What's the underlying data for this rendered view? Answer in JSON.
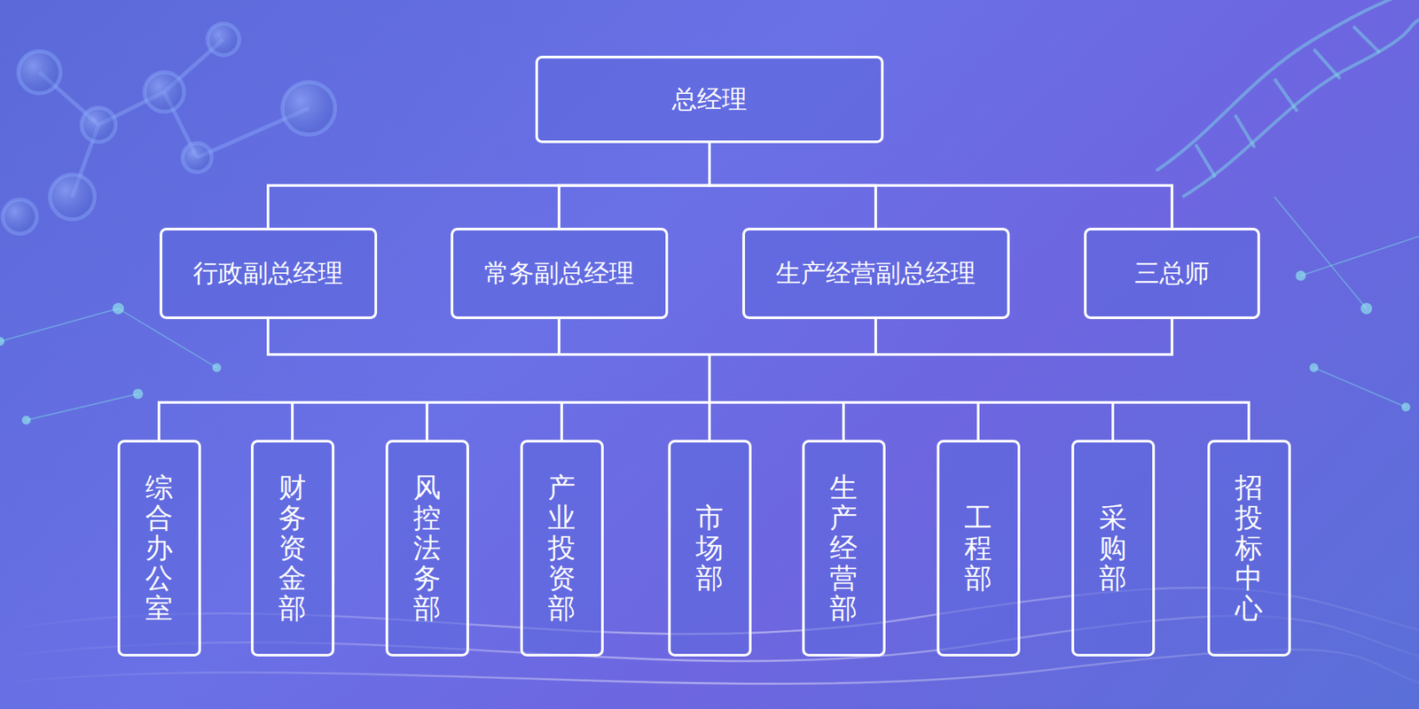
{
  "diagram": {
    "nodes": [
      {
        "text": [
          "总经理"
        ]
      },
      {
        "text": [
          "行政副总经理"
        ]
      },
      {
        "text": [
          "常务副总经理"
        ]
      },
      {
        "text": [
          "生产经营副总经理"
        ]
      },
      {
        "text": [
          "三总师"
        ]
      },
      {
        "text": [
          "综合办公室"
        ]
      },
      {
        "text": [
          "财务资金部"
        ]
      },
      {
        "text": [
          "风控法务部"
        ]
      },
      {
        "text": [
          "产业投资部"
        ]
      },
      {
        "text": [
          "市场部"
        ]
      },
      {
        "text": [
          "生产经营部"
        ]
      },
      {
        "text": [
          "工程部"
        ]
      },
      {
        "text": [
          "采购部"
        ]
      },
      {
        "text": [
          "招投标中心"
        ]
      }
    ],
    "edges": [
      {
        "from": 0,
        "to": 1,
        "arrow": "none"
      },
      {
        "from": 0,
        "to": 2,
        "arrow": "none"
      },
      {
        "from": 0,
        "to": 3,
        "arrow": "none"
      },
      {
        "from": 0,
        "to": 4,
        "arrow": "none"
      },
      {
        "from": 1,
        "to": 5,
        "arrow": "none"
      },
      {
        "from": 1,
        "to": 6,
        "arrow": "none"
      },
      {
        "from": 1,
        "to": 7,
        "arrow": "none"
      },
      {
        "from": 1,
        "to": 8,
        "arrow": "none"
      },
      {
        "from": 1,
        "to": 9,
        "arrow": "none"
      },
      {
        "from": 1,
        "to": 10,
        "arrow": "none"
      },
      {
        "from": 1,
        "to": 11,
        "arrow": "none"
      },
      {
        "from": 1,
        "to": 12,
        "arrow": "none"
      },
      {
        "from": 1,
        "to": 13,
        "arrow": "none"
      },
      {
        "from": 2,
        "to": 5,
        "arrow": "none"
      },
      {
        "from": 2,
        "to": 6,
        "arrow": "none"
      },
      {
        "from": 2,
        "to": 7,
        "arrow": "none"
      },
      {
        "from": 2,
        "to": 8,
        "arrow": "none"
      },
      {
        "from": 2,
        "to": 9,
        "arrow": "none"
      },
      {
        "from": 2,
        "to": 10,
        "arrow": "none"
      },
      {
        "from": 2,
        "to": 11,
        "arrow": "none"
      },
      {
        "from": 2,
        "to": 12,
        "arrow": "none"
      },
      {
        "from": 2,
        "to": 13,
        "arrow": "none"
      },
      {
        "from": 3,
        "to": 5,
        "arrow": "none"
      },
      {
        "from": 3,
        "to": 6,
        "arrow": "none"
      },
      {
        "from": 3,
        "to": 7,
        "arrow": "none"
      },
      {
        "from": 3,
        "to": 8,
        "arrow": "none"
      },
      {
        "from": 3,
        "to": 9,
        "arrow": "none"
      },
      {
        "from": 3,
        "to": 10,
        "arrow": "none"
      },
      {
        "from": 3,
        "to": 11,
        "arrow": "none"
      },
      {
        "from": 3,
        "to": 12,
        "arrow": "none"
      },
      {
        "from": 3,
        "to": 13,
        "arrow": "none"
      },
      {
        "from": 4,
        "to": 5,
        "arrow": "none"
      },
      {
        "from": 4,
        "to": 6,
        "arrow": "none"
      },
      {
        "from": 4,
        "to": 7,
        "arrow": "none"
      },
      {
        "from": 4,
        "to": 8,
        "arrow": "none"
      },
      {
        "from": 4,
        "to": 9,
        "arrow": "none"
      },
      {
        "from": 4,
        "to": 10,
        "arrow": "none"
      },
      {
        "from": 4,
        "to": 11,
        "arrow": "none"
      },
      {
        "from": 4,
        "to": 12,
        "arrow": "none"
      },
      {
        "from": 4,
        "to": 13,
        "arrow": "none"
      }
    ]
  }
}
